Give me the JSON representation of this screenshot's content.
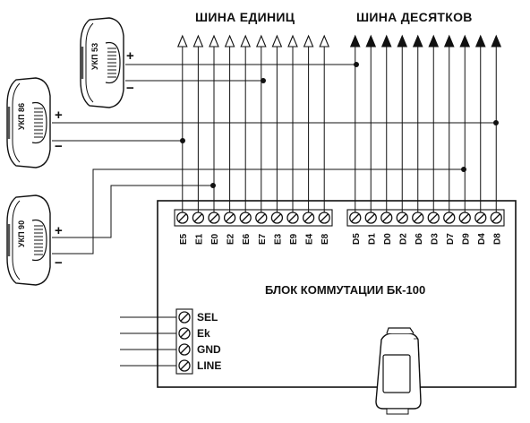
{
  "bus_units_title": "ШИНА ЕДИНИЦ",
  "bus_tens_title": "ШИНА ДЕСЯТКОВ",
  "block_title": "БЛОК КОММУТАЦИИ БК-100",
  "units_pins": [
    "E5",
    "E1",
    "E0",
    "E2",
    "E6",
    "E7",
    "E3",
    "E9",
    "E4",
    "E8"
  ],
  "tens_pins": [
    "D5",
    "D1",
    "D0",
    "D2",
    "D6",
    "D3",
    "D7",
    "D9",
    "D4",
    "D8"
  ],
  "side_pins": [
    "SEL",
    "Ek",
    "GND",
    "LINE"
  ],
  "devices": [
    {
      "label": "УКП 53",
      "plus": "+",
      "minus": "−"
    },
    {
      "label": "УКП 86",
      "plus": "+",
      "minus": "−"
    },
    {
      "label": "УКП 90",
      "plus": "+",
      "minus": "−"
    }
  ],
  "colors": {
    "line": "#111111",
    "background": "#ffffff"
  },
  "icons": {
    "terminal": "screw-terminal-icon",
    "open_arrow": "hollow-triangle-icon",
    "filled_arrow": "filled-triangle-icon",
    "handset": "handset-icon",
    "power_adapter": "power-adapter-icon"
  }
}
